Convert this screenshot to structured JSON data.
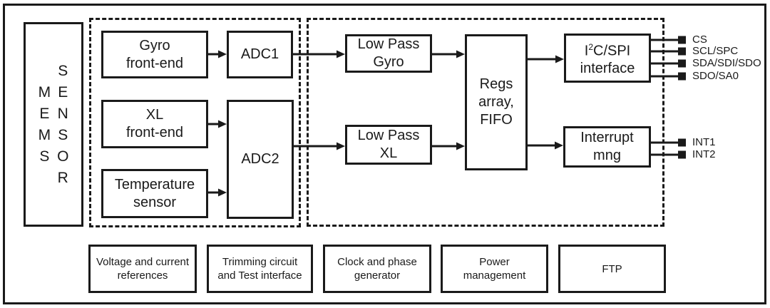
{
  "colors": {
    "line": "#1a1a1a",
    "background": "#ffffff"
  },
  "mems": {
    "left": "M\nE\nM\nS",
    "right": "S\nE\nN\nS\nO\nR"
  },
  "analog": {
    "gyro_front_end": "Gyro\nfront-end",
    "adc1": "ADC1",
    "xl_front_end": "XL\nfront-end",
    "adc2": "ADC2",
    "temperature_sensor": "Temperature\nsensor"
  },
  "digital": {
    "low_pass_gyro": "Low Pass\nGyro",
    "low_pass_xl": "Low Pass\nXL",
    "regs_array_fifo": "Regs\narray,\nFIFO",
    "i2c_spi": {
      "base": "I",
      "sup": "2",
      "rest": "C/SPI",
      "line2": "interface"
    },
    "interrupt_mng": "Interrupt\nmng"
  },
  "pins": {
    "spi": [
      "CS",
      "SCL/SPC",
      "SDA/SDI/SDO",
      "SDO/SA0"
    ],
    "interrupt": [
      "INT1",
      "INT2"
    ]
  },
  "support": [
    "Voltage and current\nreferences",
    "Trimming circuit\nand Test interface",
    "Clock and phase\ngenerator",
    "Power\nmanagement",
    "FTP"
  ]
}
